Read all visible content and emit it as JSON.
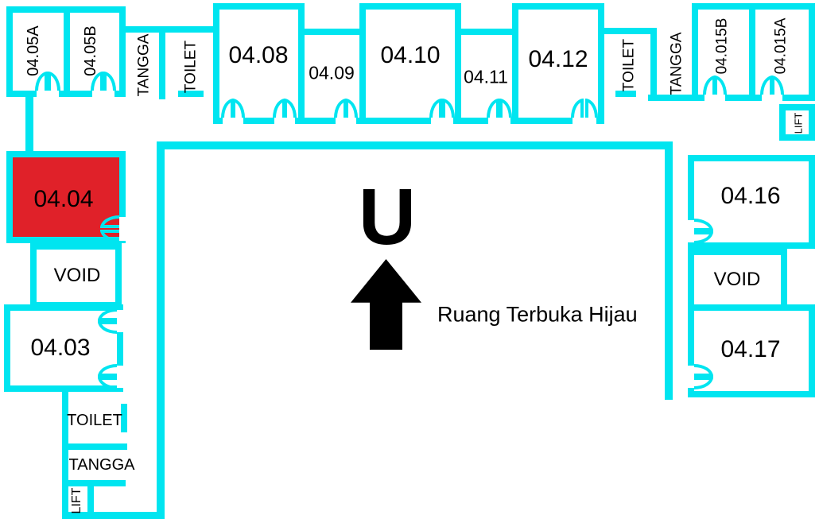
{
  "colors": {
    "wall": "#00e5f0",
    "highlight": "#e02129",
    "text": "#000000",
    "background": "#ffffff"
  },
  "north_indicator": {
    "letter": "U",
    "arrow_icon": "up-arrow",
    "label": "Ruang Terbuka Hijau"
  },
  "rooms": {
    "r0405A": {
      "label": "04.05A",
      "highlighted": false
    },
    "r0405B": {
      "label": "04.05B",
      "highlighted": false
    },
    "tangga_top_left": {
      "label": "TANGGA",
      "highlighted": false
    },
    "toilet_top_left": {
      "label": "TOILET",
      "highlighted": false
    },
    "r0408": {
      "label": "04.08",
      "highlighted": false
    },
    "r0409": {
      "label": "04.09",
      "highlighted": false
    },
    "r0410": {
      "label": "04.10",
      "highlighted": false
    },
    "r0411": {
      "label": "04.11",
      "highlighted": false
    },
    "r0412": {
      "label": "04.12",
      "highlighted": false
    },
    "toilet_top_right": {
      "label": "TOILET",
      "highlighted": false
    },
    "tangga_top_right": {
      "label": "TANGGA",
      "highlighted": false
    },
    "r04015B": {
      "label": "04.015B",
      "highlighted": false
    },
    "r04015A": {
      "label": "04.015A",
      "highlighted": false
    },
    "lift_top_right": {
      "label": "LIFT",
      "highlighted": false
    },
    "r0416": {
      "label": "04.16",
      "highlighted": false
    },
    "void_right": {
      "label": "VOID",
      "highlighted": false
    },
    "r0417": {
      "label": "04.17",
      "highlighted": false
    },
    "r0404": {
      "label": "04.04",
      "highlighted": true
    },
    "void_left": {
      "label": "VOID",
      "highlighted": false
    },
    "r0403": {
      "label": "04.03",
      "highlighted": false
    },
    "toilet_bottom": {
      "label": "TOILET",
      "highlighted": false
    },
    "tangga_bottom": {
      "label": "TANGGA",
      "highlighted": false
    },
    "lift_bottom": {
      "label": "LIFT",
      "highlighted": false
    }
  }
}
